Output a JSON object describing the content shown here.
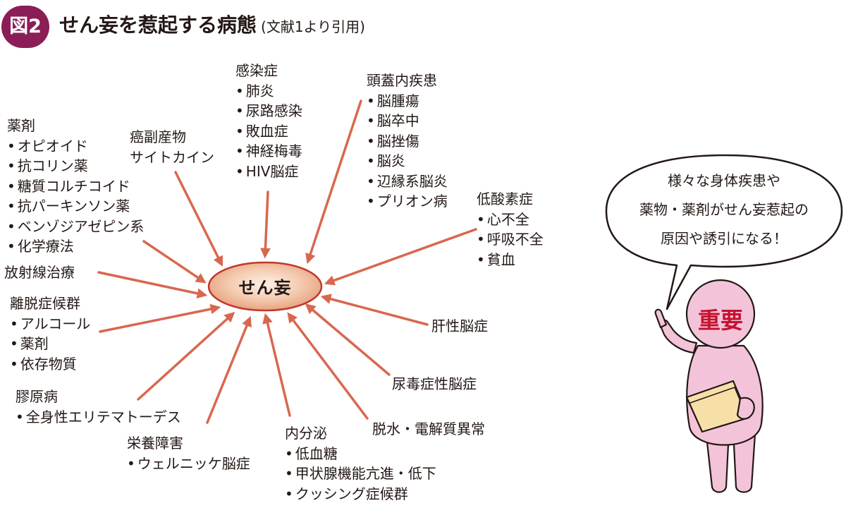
{
  "header": {
    "badge": "図2",
    "title": "せん妄を惹起する病態",
    "source": "(文献1より引用)"
  },
  "center": {
    "label": "せん妄"
  },
  "causes": {
    "drugs": {
      "head": "薬剤",
      "items": [
        "オピオイド",
        "抗コリン薬",
        "糖質コルチコイド",
        "抗パーキンソン薬",
        "ベンゾジアゼピン系",
        "化学療法"
      ]
    },
    "paraneoplastic": {
      "lines": [
        "癌副産物",
        "サイトカイン"
      ]
    },
    "infection": {
      "head": "感染症",
      "items": [
        "肺炎",
        "尿路感染",
        "敗血症",
        "神経梅毒",
        "HIV脳症"
      ]
    },
    "intracranial": {
      "head": "頭蓋内疾患",
      "items": [
        "脳腫瘍",
        "脳卒中",
        "脳挫傷",
        "脳炎",
        "辺縁系脳炎",
        "プリオン病"
      ]
    },
    "hypoxia": {
      "head": "低酸素症",
      "items": [
        "心不全",
        "呼吸不全",
        "貧血"
      ]
    },
    "radiation": {
      "head": "放射線治療"
    },
    "withdrawal": {
      "head": "離脱症候群",
      "items": [
        "アルコール",
        "薬剤",
        "依存物質"
      ]
    },
    "hepatic": {
      "head": "肝性脳症"
    },
    "uremic": {
      "head": "尿毒症性脳症"
    },
    "collagen": {
      "head": "膠原病",
      "items": [
        "全身性エリテマトーデス"
      ]
    },
    "nutrition": {
      "head": "栄養障害",
      "items": [
        "ウェルニッケ脳症"
      ]
    },
    "endocrine": {
      "head": "内分泌",
      "items": [
        "低血糖",
        "甲状腺機能亢進・低下",
        "クッシング症候群"
      ]
    },
    "electrolyte": {
      "head": "脱水・電解質異常"
    }
  },
  "speech_bubble": {
    "lines": [
      "様々な身体疾患や",
      "薬物・薬剤がせん妄惹起の",
      "原因や誘引になる！"
    ]
  },
  "character": {
    "stamp": "重要"
  },
  "colors": {
    "badge": "#8b1d57",
    "arrow": "#d9674f",
    "ellipse_stroke": "#c0392b",
    "character_fill": "#f3c4d9",
    "stamp_text": "#c4122f",
    "board": "#f7dfa8"
  }
}
